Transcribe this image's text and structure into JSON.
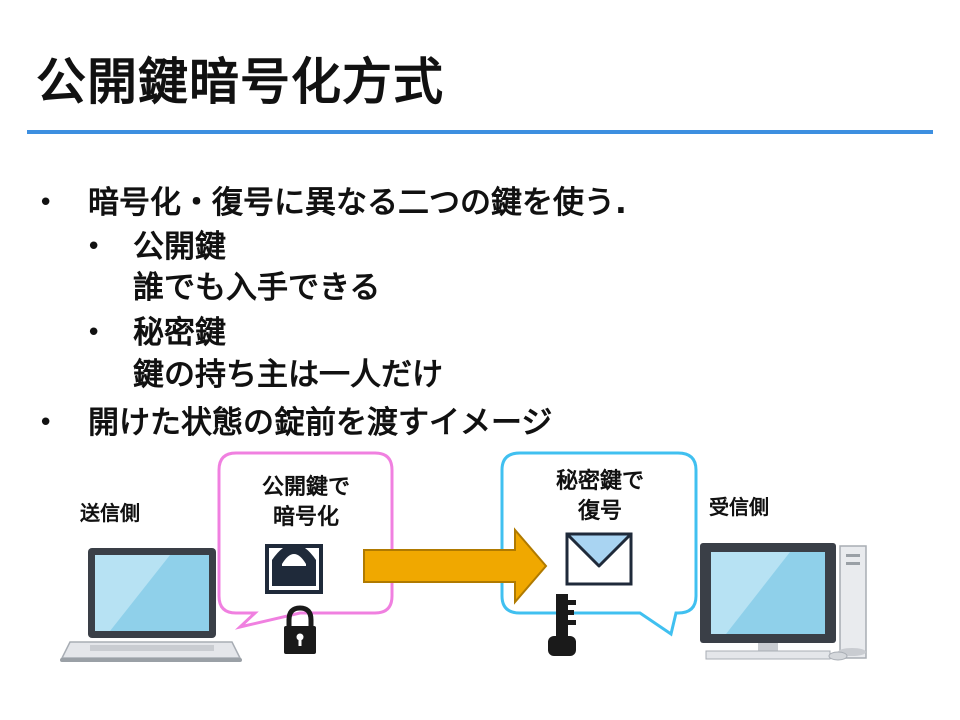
{
  "title": "公開鍵暗号化方式",
  "bullets": {
    "b1": "暗号化・復号に異なる二つの鍵を使う.",
    "public_key": {
      "label": "公開鍵",
      "desc": "誰でも入手できる"
    },
    "private_key": {
      "label": "秘密鍵",
      "desc": "鍵の持ち主は一人だけ"
    },
    "b2": "開けた状態の錠前を渡すイメージ"
  },
  "diagram": {
    "sender_label": "送信側",
    "receiver_label": "受信側",
    "encrypt_bubble": {
      "line1": "公開鍵で",
      "line2": "暗号化",
      "border_color": "#f080e0"
    },
    "decrypt_bubble": {
      "line1": "秘密鍵で",
      "line2": "復号",
      "border_color": "#40c0f0"
    },
    "arrow_color": "#f0a800",
    "icons": [
      "laptop-icon",
      "locked-envelope-icon",
      "padlock-icon",
      "arrow-icon",
      "envelope-icon",
      "key-icon",
      "desktop-pc-icon"
    ]
  }
}
